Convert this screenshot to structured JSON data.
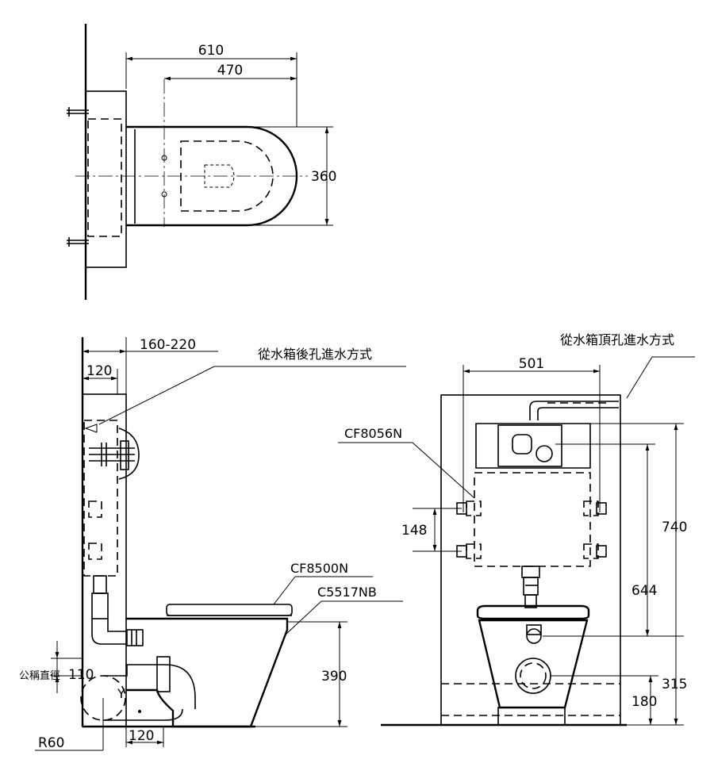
{
  "top_view": {
    "dim_overall_depth": "610",
    "dim_bowl_depth": "470",
    "dim_width": "360"
  },
  "side_view": {
    "dim_wall_offset": "160-220",
    "dim_frame_depth": "120",
    "label_rear_inlet": "從水箱後孔進水方式",
    "label_seat": "CF8500N",
    "label_bowl": "C5517NB",
    "dim_height": "390",
    "dim_pipe_label": "公稱直徑",
    "dim_pipe_value": "110",
    "dim_radius": "R60",
    "dim_outlet_offset": "120",
    "marker_y": "Y"
  },
  "front_view": {
    "label_top_inlet": "從水箱頂孔進水方式",
    "dim_width": "501",
    "label_tank": "CF8056N",
    "dim_bracket_spacing": "148",
    "dim_tank_height": "740",
    "dim_button_height": "644",
    "dim_outlet_height": "315",
    "dim_floor_offset": "180"
  }
}
